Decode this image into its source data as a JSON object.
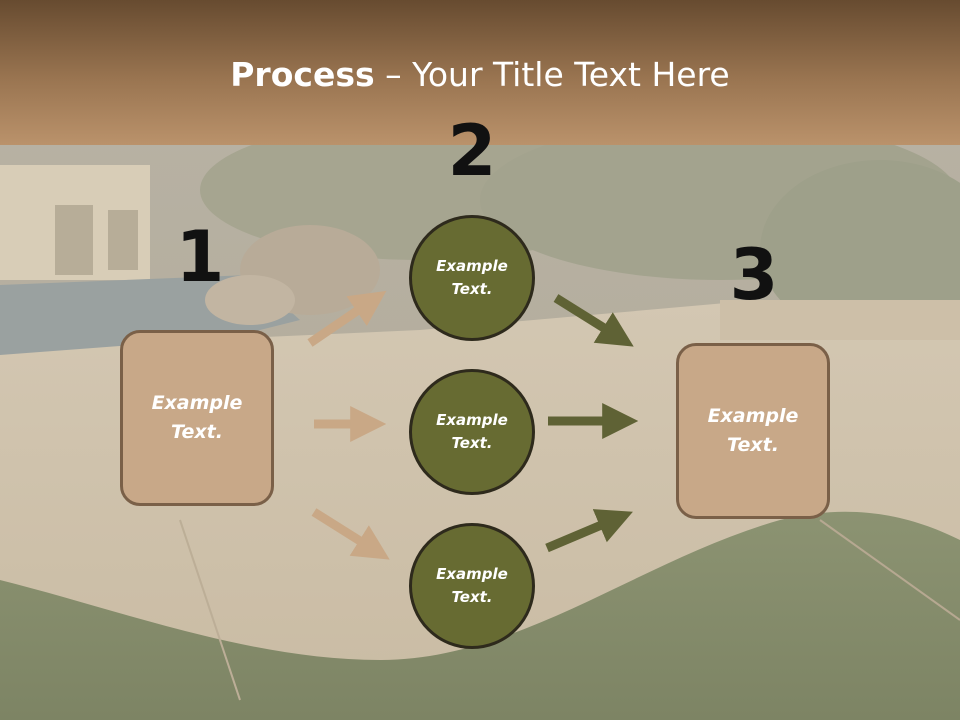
{
  "title": {
    "bold": "Process",
    "rest": " – Your Title Text Here"
  },
  "steps": {
    "one": "1",
    "two": "2",
    "three": "3"
  },
  "left_box": {
    "line1": "Example",
    "line2": "Text."
  },
  "circles": [
    {
      "line1": "Example",
      "line2": "Text."
    },
    {
      "line1": "Example",
      "line2": "Text."
    },
    {
      "line1": "Example",
      "line2": "Text."
    }
  ],
  "right_box": {
    "line1": "Example",
    "line2": "Text."
  },
  "colors": {
    "box_fill": "#c8a888",
    "circle_fill": "#676b32",
    "tan_arrow": "#c9a886",
    "olive_arrow": "#5f6235",
    "title_bar": "#9a7551"
  }
}
